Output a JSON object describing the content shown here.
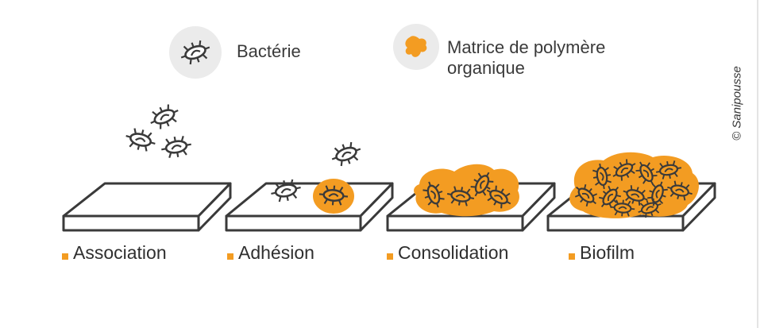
{
  "legend": {
    "bacteria_label": "Bactérie",
    "matrix_label_line1": "Matrice de polymère",
    "matrix_label_line2": "organique",
    "bacteria_icon": "bacterium-icon",
    "matrix_icon": "blob-icon"
  },
  "credit": "© Sanipousse",
  "stages": [
    {
      "label": "Association"
    },
    {
      "label": "Adhésion"
    },
    {
      "label": "Consolidation"
    },
    {
      "label": "Biofilm"
    }
  ],
  "colors": {
    "accent": "#f39c22",
    "stroke": "#3a3a3a",
    "legend_bg": "#ebebeb"
  }
}
